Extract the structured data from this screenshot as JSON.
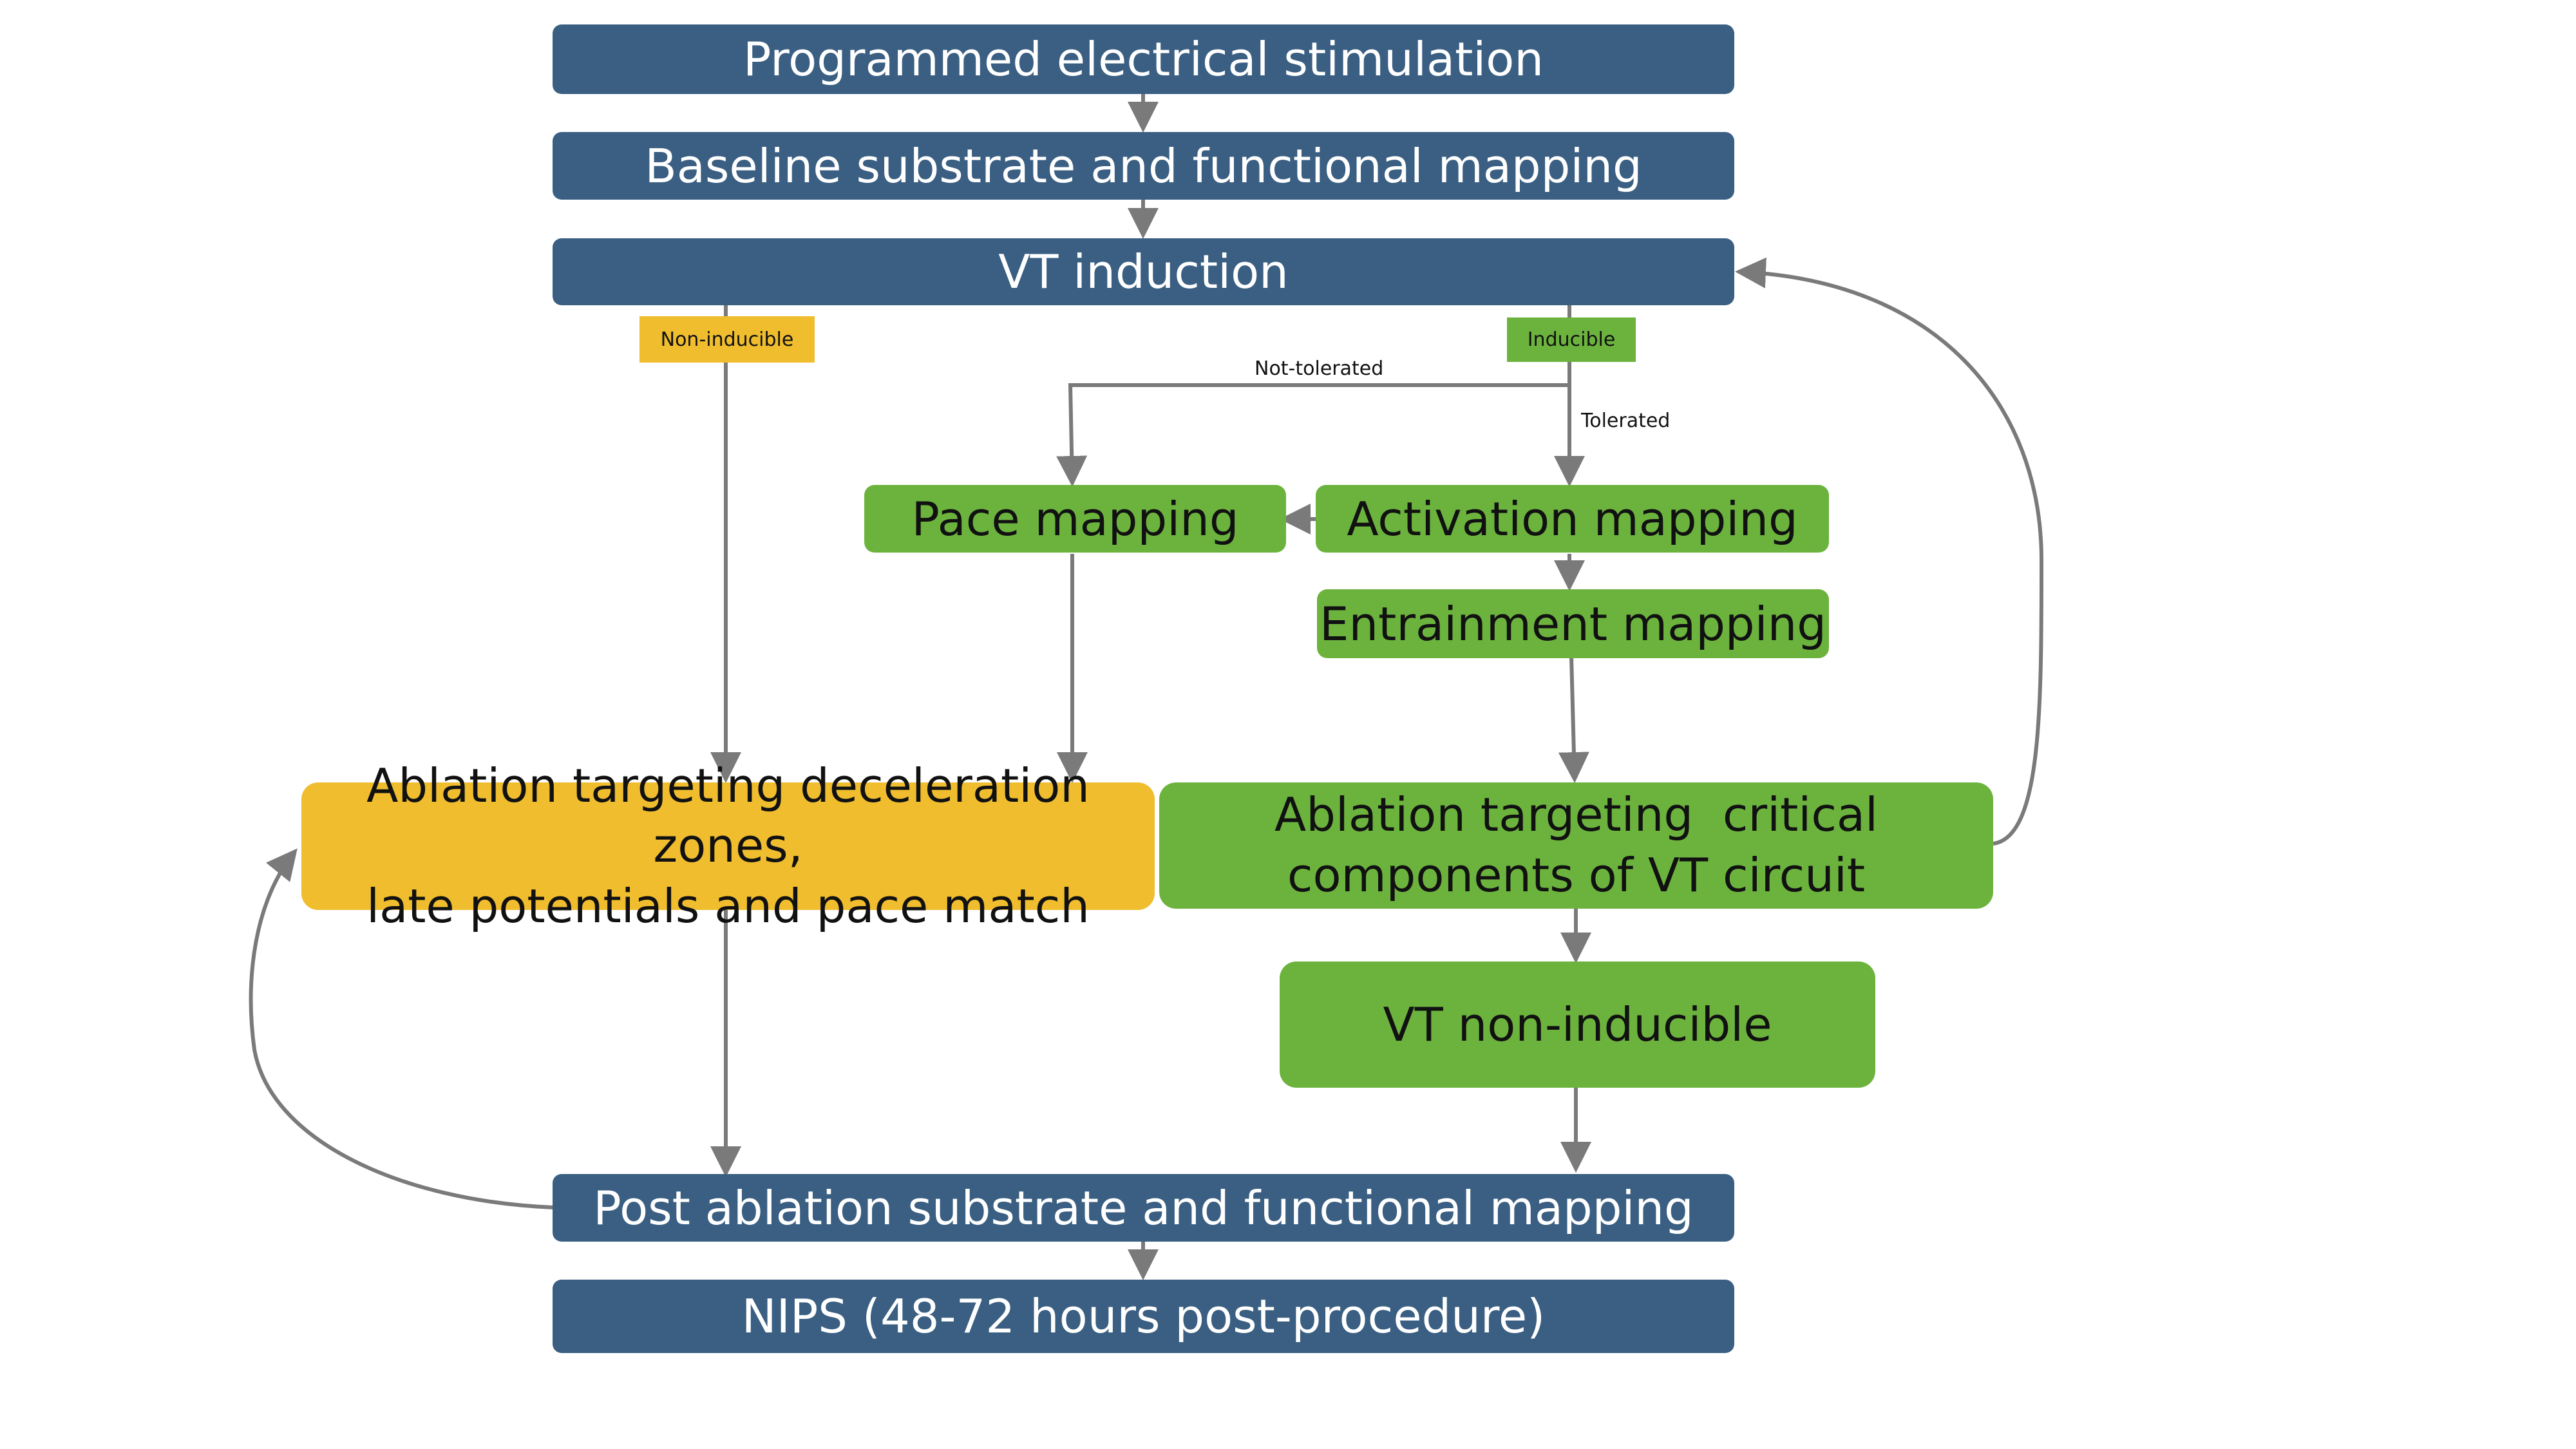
{
  "nodes": {
    "pes": "Programmed electrical stimulation",
    "baseline": "Baseline substrate and functional mapping",
    "vt_induction": "VT induction",
    "pace": "Pace mapping",
    "activation": "Activation mapping",
    "entrainment": "Entrainment mapping",
    "ablation_left": [
      "Ablation targeting deceleration zones,",
      "late potentials and pace match"
    ],
    "ablation_right": [
      "Ablation targeting  critical",
      "components of VT circuit"
    ],
    "noninducible": "VT non-inducible",
    "post": "Post ablation substrate and functional mapping",
    "nips": "NIPS (48-72 hours post-procedure)"
  },
  "tags": {
    "non_inducible": "Non-inducible",
    "inducible": "Inducible"
  },
  "edge_labels": {
    "not_tolerated": "Not-tolerated",
    "tolerated": "Tolerated"
  },
  "colors": {
    "blue": "#3a5f82",
    "green": "#6cb33e",
    "yellow": "#efbd2e",
    "arrow": "#7a7a7a"
  }
}
